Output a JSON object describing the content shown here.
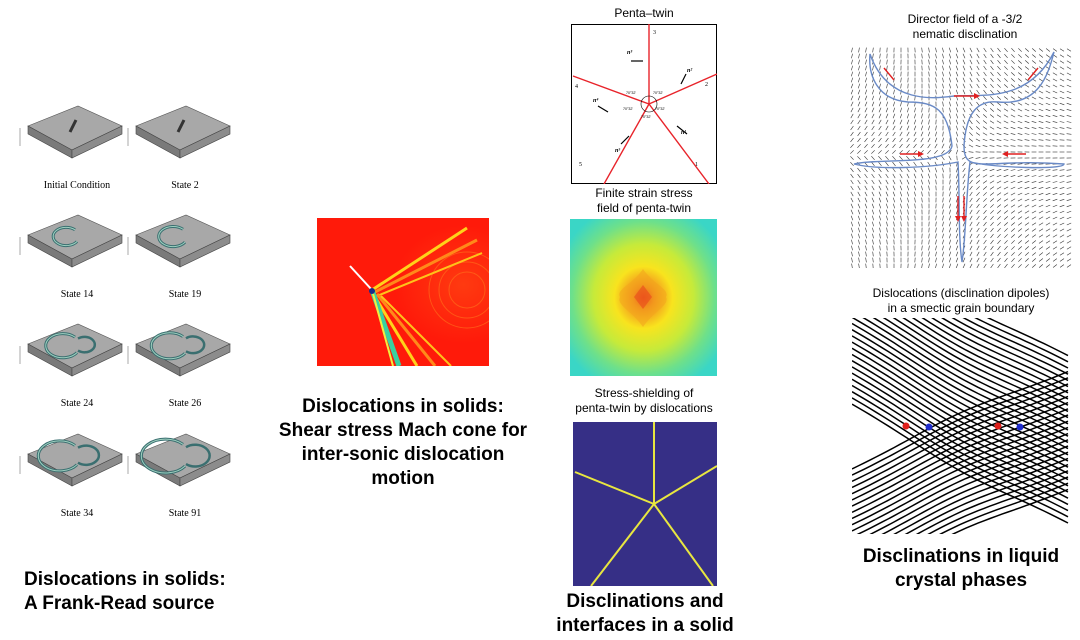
{
  "frank_read": {
    "states": [
      "Initial Condition",
      "State 2",
      "State 14",
      "State 19",
      "State 24",
      "State 26",
      "State 34",
      "State 91"
    ],
    "caption_line1": "Dislocations in solids:",
    "caption_line2": "A Frank-Read source"
  },
  "mach_cone": {
    "caption_line1": "Dislocations in solids:",
    "caption_line2": "Shear stress Mach cone for",
    "caption_line3": "inter-sonic dislocation motion"
  },
  "penta_twin": {
    "title": "Penta–twin",
    "region_numbers": [
      "1",
      "2",
      "3",
      "4",
      "5"
    ],
    "normals": [
      "n¹",
      "n²",
      "n³",
      "n⁴",
      "n⁵"
    ],
    "angles": [
      "70°32'",
      "70°32'",
      "70°32'",
      "70°32'",
      "70°32'"
    ],
    "strain_caption_line1": "Finite strain stress",
    "strain_caption_line2": "field of penta-twin",
    "shield_caption_line1": "Stress-shielding of",
    "shield_caption_line2": "penta-twin by dislocations",
    "caption_line1": "Disclinations and",
    "caption_line2": "interfaces in a solid"
  },
  "liquid_crystal": {
    "director_title_line1": "Director field of a -3/2",
    "director_title_line2": "nematic disclination",
    "smectic_title_line1": "Dislocations (disclination dipoles)",
    "smectic_title_line2": "in a smectic grain boundary",
    "caption_line1": "Disclinations in liquid",
    "caption_line2": "crystal phases"
  },
  "colors": {
    "twin_boundary": "#e8232a",
    "shield_bg": "#362f86",
    "shield_line": "#e8e640",
    "dipole_red": "#e0201c",
    "dipole_blue": "#1f2ccc"
  }
}
